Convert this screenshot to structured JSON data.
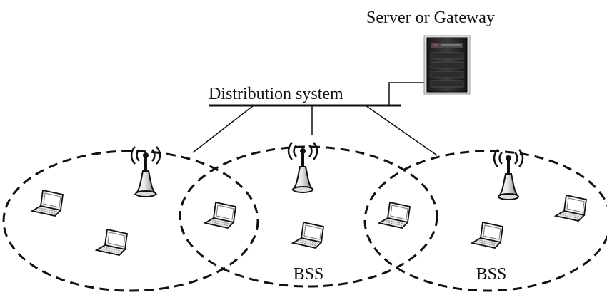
{
  "labels": {
    "server": "Server or Gateway",
    "distribution": "Distribution system",
    "bss_middle": "BSS",
    "bss_right": "BSS"
  },
  "colors": {
    "line": "#111111",
    "server_body": "#2a2a2a",
    "server_frame": "#d9d9d9",
    "laptop_screen": "#f2f2f2"
  },
  "icons": {
    "server": "server-tower-icon",
    "access_point": "wireless-access-point-icon",
    "laptop": "laptop-icon"
  }
}
